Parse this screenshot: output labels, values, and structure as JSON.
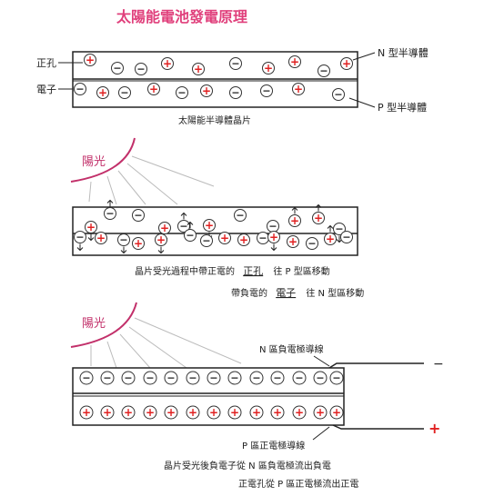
{
  "title": "太陽能電池發電原理",
  "colors": {
    "title": "#e0407c",
    "sun": "#c2306a",
    "plus": "#e02020",
    "ink": "#222222"
  },
  "diagram1": {
    "label_hole": "正孔",
    "label_electron": "電子",
    "label_n": "N 型半導體",
    "label_p": "P 型半導體",
    "caption": "太陽能半導體晶片",
    "row_top": [
      "+",
      "-",
      "-",
      "+",
      "+",
      "-",
      "+",
      "+",
      "-",
      "+"
    ],
    "row_bottom": [
      "-",
      "+",
      "-",
      "+",
      "-",
      "+",
      "-",
      "-",
      "+",
      "-"
    ]
  },
  "diagram2": {
    "sun_label": "陽光",
    "caption_line1_a": "晶片受光過程中帶正電的",
    "caption_line1_hole": "正孔",
    "caption_line1_b": "往 P 型區移動",
    "caption_line2_a": "帶負電的",
    "caption_line2_electron": "電子",
    "caption_line2_b": "往 N 型區移動",
    "row_top": [
      "+",
      "-",
      "-",
      "+",
      "-",
      "+",
      "-",
      "-",
      "+",
      "+",
      "-"
    ],
    "row_bottom": [
      "-",
      "+",
      "-",
      "+",
      "+",
      "-",
      "-",
      "+",
      "+",
      "-",
      "+",
      "+",
      "-",
      "+",
      "-"
    ]
  },
  "diagram3": {
    "sun_label": "陽光",
    "label_n_wire": "N 區負電極導線",
    "label_p_wire": "P 區正電極導線",
    "terminal_neg": "−",
    "terminal_pos": "+",
    "caption_line1": "晶片受光後負電子從 N 區負電極流出負電",
    "caption_line2": "正電孔從 P 區正電極流出正電",
    "row_top": [
      "-",
      "-",
      "-",
      "-",
      "-",
      "-",
      "-",
      "-",
      "-",
      "-",
      "-",
      "-",
      "-"
    ],
    "row_bottom": [
      "+",
      "+",
      "+",
      "+",
      "+",
      "+",
      "+",
      "+",
      "+",
      "+",
      "+",
      "+",
      "+"
    ]
  }
}
